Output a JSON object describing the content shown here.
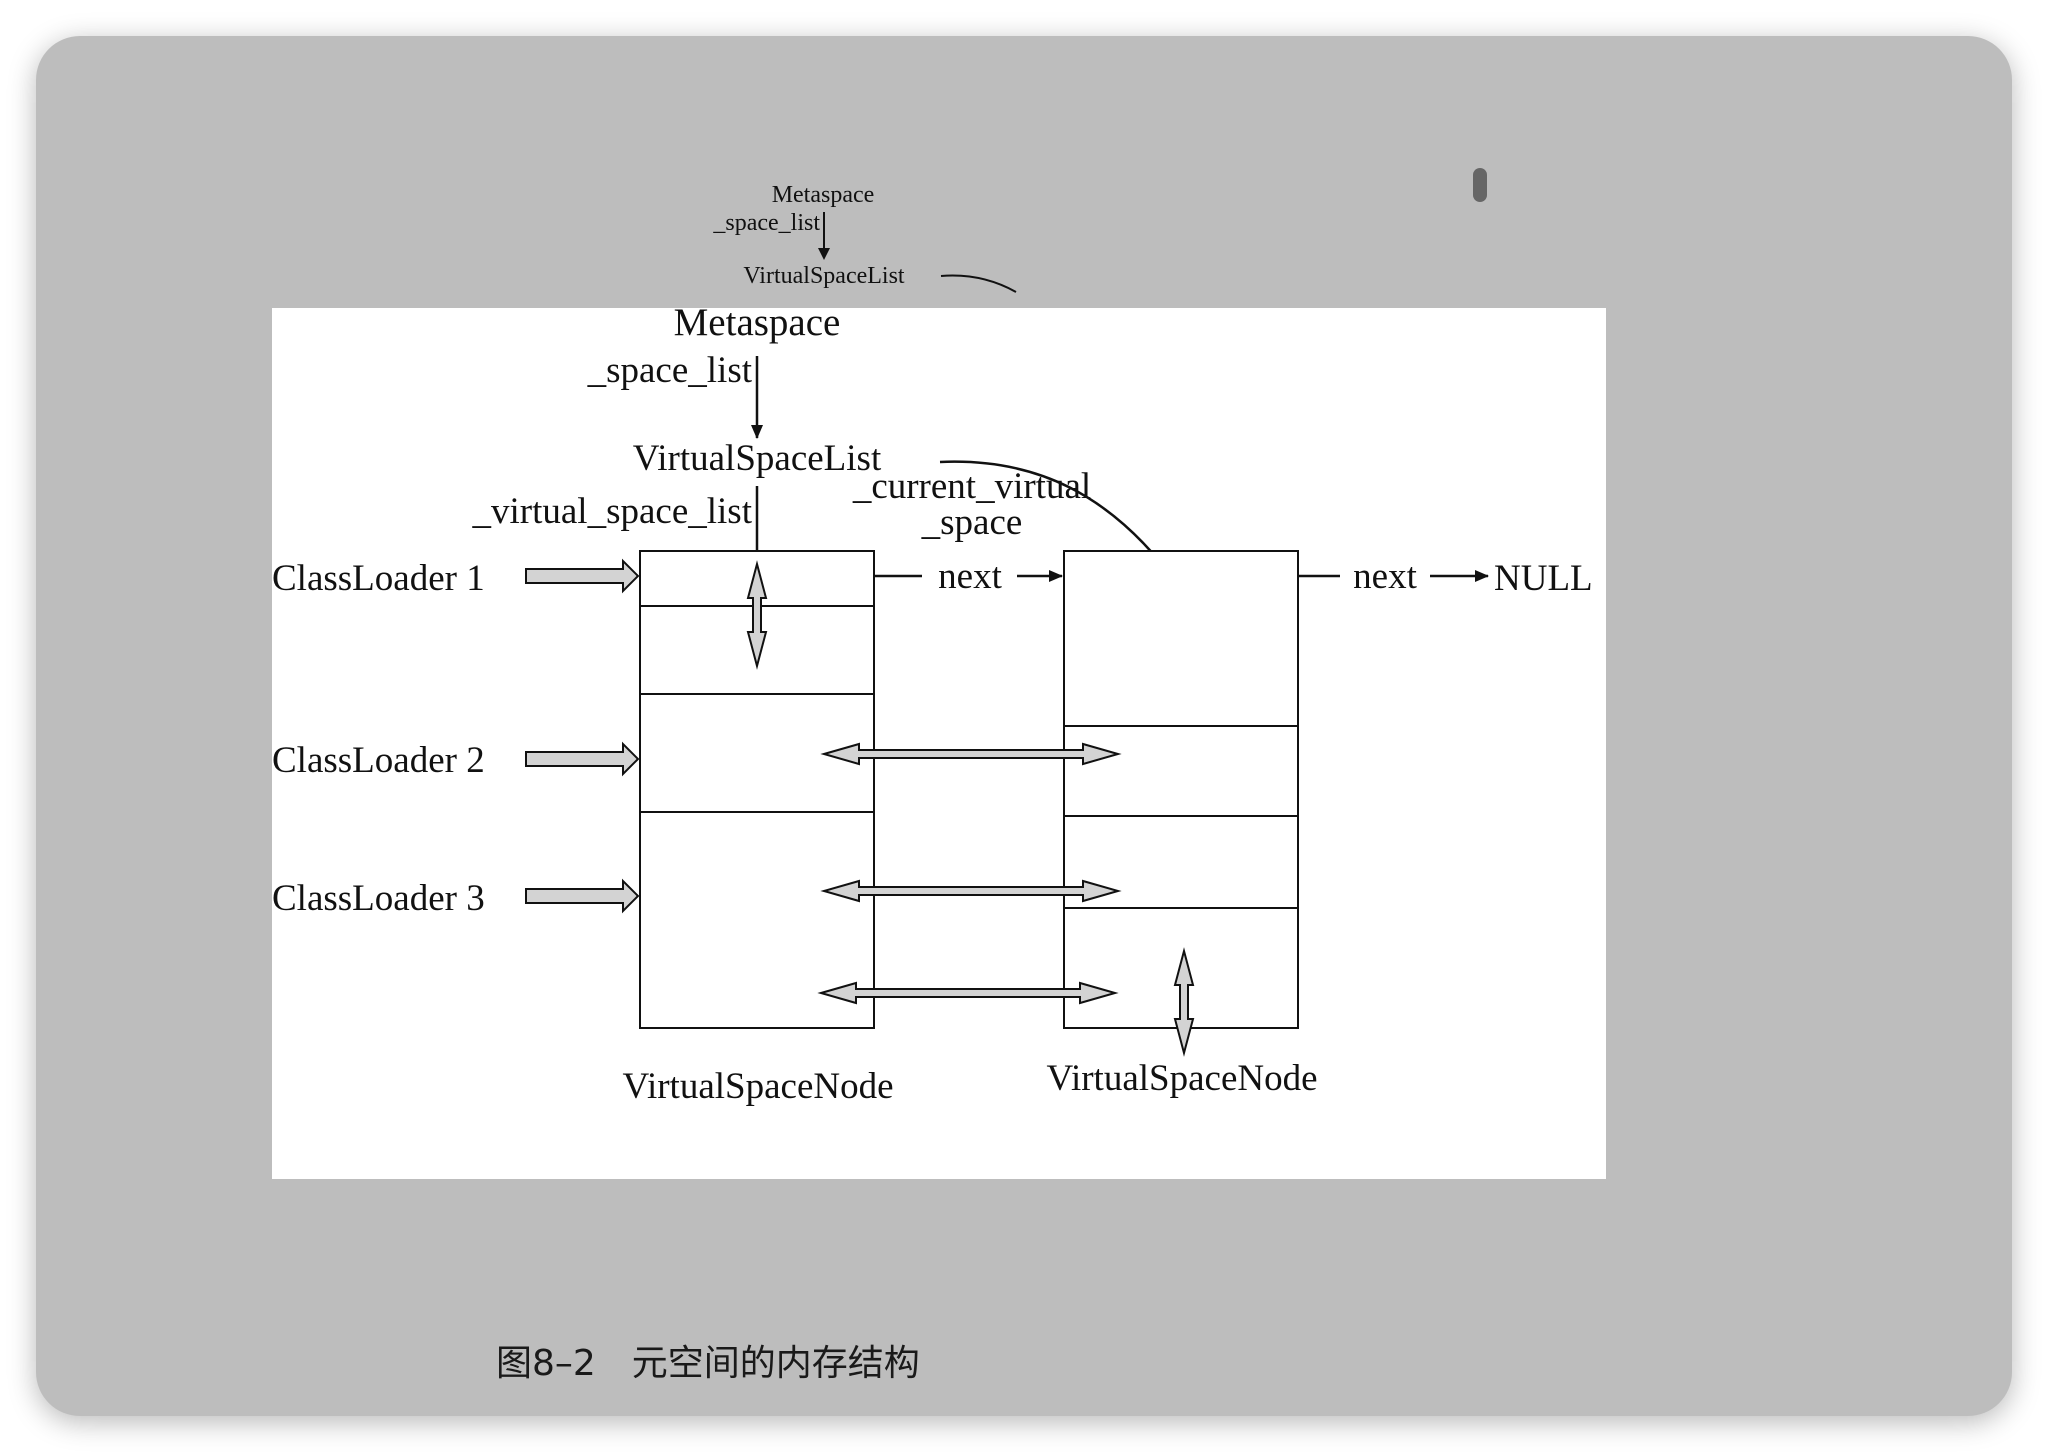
{
  "preview": {
    "metaspace": "Metaspace",
    "space_list": "_space_list",
    "virtual_space_list_class": "VirtualSpaceList"
  },
  "diagram": {
    "metaspace": "Metaspace",
    "space_list": "_space_list",
    "virtual_space_list_class": "VirtualSpaceList",
    "virtual_space_list_field": "_virtual_space_list",
    "current_virtual_line1": "_current_virtual",
    "current_virtual_line2": "_space",
    "classloader_1": "ClassLoader 1",
    "classloader_2": "ClassLoader 2",
    "classloader_3": "ClassLoader 3",
    "next_1": "next",
    "next_2": "next",
    "null_label": "NULL",
    "node_left_label": "VirtualSpaceNode",
    "node_right_label": "VirtualSpaceNode"
  },
  "caption": "图8–2　元空间的内存结构",
  "colors": {
    "window_background": "#bdbdbd",
    "diagram_background": "#ffffff",
    "arrow_fill": "#d3d3d3",
    "line": "#111111"
  }
}
